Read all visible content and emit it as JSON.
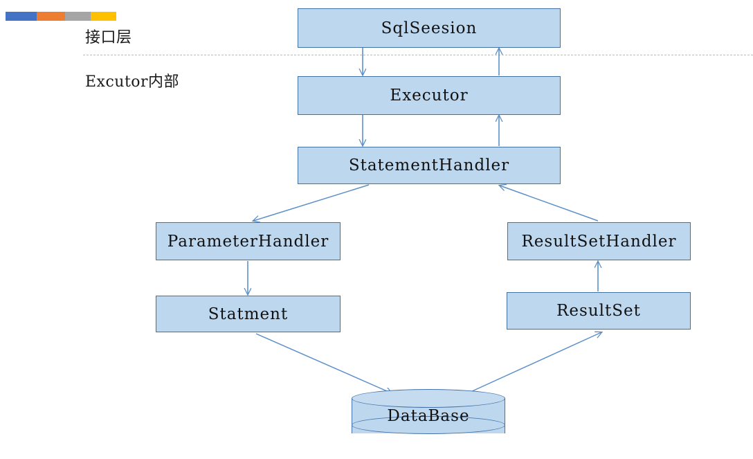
{
  "page": {
    "title": "MyBatis Execution Flow Diagram",
    "background_color": "#ffffff"
  },
  "decor": {
    "colorbar_name": "color-bar",
    "colors": [
      "#4472c4",
      "#ed7d31",
      "#a5a5a5",
      "#ffc000"
    ]
  },
  "zones": {
    "interface_layer": "接口层",
    "executor_internal": "Excutor内部",
    "divider_style": "dashed",
    "divider_color": "#b9b9b9"
  },
  "nodes": {
    "sqlsession": {
      "label": "SqlSeesion",
      "shape": "rectangle"
    },
    "executor": {
      "label": "Executor",
      "shape": "rectangle"
    },
    "statementhandler": {
      "label": "StatementHandler",
      "shape": "rectangle"
    },
    "parameterhandler": {
      "label": "ParameterHandler",
      "shape": "rectangle"
    },
    "resultsethandler": {
      "label": "ResultSetHandler",
      "shape": "rectangle"
    },
    "statment": {
      "label": "Statment",
      "shape": "rectangle"
    },
    "resultset": {
      "label": "ResultSet",
      "shape": "rectangle"
    },
    "database": {
      "label": "DataBase",
      "shape": "cylinder"
    }
  },
  "style": {
    "node_fill": "#bdd7ee",
    "node_border": "#41719c",
    "arrow_color": "#5b8fc9",
    "text_color": "#111111"
  },
  "edges": [
    {
      "name": "sqlsession-to-executor",
      "from": "SqlSeesion",
      "to": "Executor",
      "direction": "down"
    },
    {
      "name": "executor-to-sqlsession",
      "from": "Executor",
      "to": "SqlSeesion",
      "direction": "up"
    },
    {
      "name": "executor-to-statementhandler",
      "from": "Executor",
      "to": "StatementHandler",
      "direction": "down"
    },
    {
      "name": "statementhandler-to-executor",
      "from": "StatementHandler",
      "to": "Executor",
      "direction": "up"
    },
    {
      "name": "statementhandler-to-parameterhandler",
      "from": "StatementHandler",
      "to": "ParameterHandler",
      "direction": "down-left"
    },
    {
      "name": "resultsethandler-to-statementhandler",
      "from": "ResultSetHandler",
      "to": "StatementHandler",
      "direction": "up-left"
    },
    {
      "name": "parameterhandler-to-statment",
      "from": "ParameterHandler",
      "to": "Statment",
      "direction": "down"
    },
    {
      "name": "resultset-to-resultsethandler",
      "from": "ResultSet",
      "to": "ResultSetHandler",
      "direction": "up"
    },
    {
      "name": "statment-to-database",
      "from": "Statment",
      "to": "DataBase",
      "direction": "down-right"
    },
    {
      "name": "database-to-resultset",
      "from": "DataBase",
      "to": "ResultSet",
      "direction": "up-right"
    }
  ]
}
